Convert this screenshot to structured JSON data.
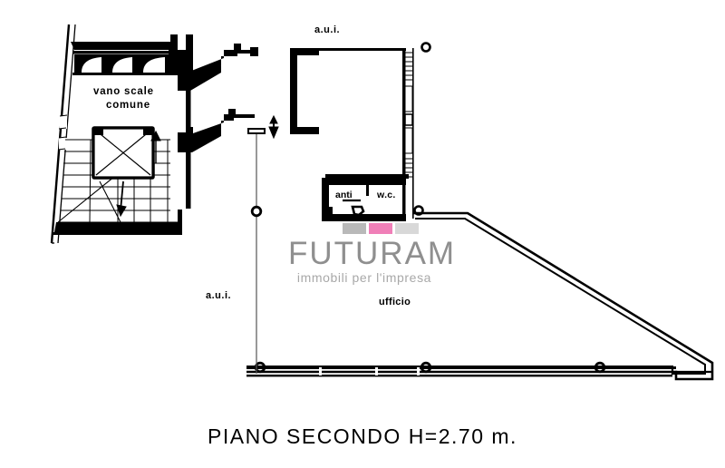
{
  "document": {
    "type": "floor-plan",
    "title": "PIANO SECONDO H=2.70 m.",
    "floor": "PIANO SECONDO",
    "height_note": "H=2.70 m."
  },
  "labels": {
    "stairwell_line1": "vano scale",
    "stairwell_line2": "comune",
    "aui_top": "a.u.i.",
    "aui_left": "a.u.i.",
    "anti": "anti",
    "wc": "w.c.",
    "ufficio": "ufficio"
  },
  "watermark": {
    "brand": "FUTURAM",
    "tagline": "immobili per l'impresa",
    "bar_colors": [
      "#b9b9b9",
      "#f07fb8",
      "#d8d8d8"
    ],
    "brand_color": "#8f8f8f",
    "tagline_color": "#a8a8a8"
  },
  "colors": {
    "background": "#ffffff",
    "line": "#000000",
    "wall_fill": "#000000",
    "accent_pink": "#f07fb8"
  }
}
